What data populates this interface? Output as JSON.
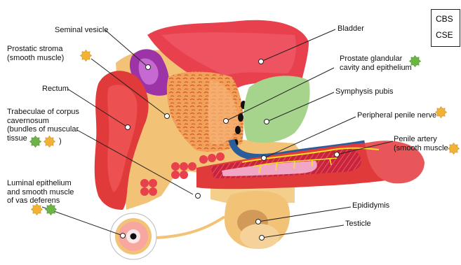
{
  "legend_box": {
    "line1": "CBS",
    "line2": "CSE"
  },
  "labels": {
    "seminal_vesicle": "Seminal vesicle",
    "prostatic_stroma": "Prostatic stroma\n(smooth muscle)",
    "rectum": "Rectum",
    "trabeculae": "Trabeculae of corpus\ncavernosum\n(bundles of muscular\ntissue",
    "trabeculae_close": ")",
    "luminal": "Luminal epithelium\nand smooth muscle\nof vas deferens",
    "bladder": "Bladder",
    "prostate_glandular": "Prostate glandular\ncavity and epithelium",
    "symphysis": "Symphysis pubis",
    "peripheral_nerve": "Peripheral penile nerve",
    "penile_artery": "Penile artery\n(smooth muscle",
    "epididymis": "Epididymis",
    "testicle": "Testicle"
  },
  "colors": {
    "marker_orange": "#f2b233",
    "marker_green": "#6cb445",
    "tissue_red": "#e03a3a",
    "fat_yellow": "#f2c277",
    "prostate_orange": "#f3a05a",
    "seminal_purple": "#9c34a8",
    "gland_green": "#a6d48d",
    "nerve_yellow": "#f7e21c",
    "urethra_blue": "#2a5d9c"
  }
}
